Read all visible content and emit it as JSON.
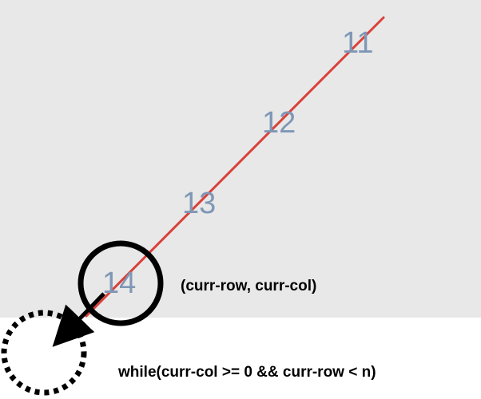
{
  "colors": {
    "grid_background": "#e8e8e8",
    "page_background": "#ffffff",
    "diagonal_line": "#d9413a",
    "cell_number": "#7f97b6",
    "outline": "#000000"
  },
  "cells": [
    "11",
    "12",
    "13",
    "14"
  ],
  "current_position_label": "(curr-row, curr-col)",
  "loop_condition": "while(curr-col >= 0 && curr-row < n)",
  "icons": {
    "current_cell_marker": "solid-circle-icon",
    "next_cell_marker": "dotted-circle-icon",
    "move_direction": "arrow-down-left-icon"
  }
}
